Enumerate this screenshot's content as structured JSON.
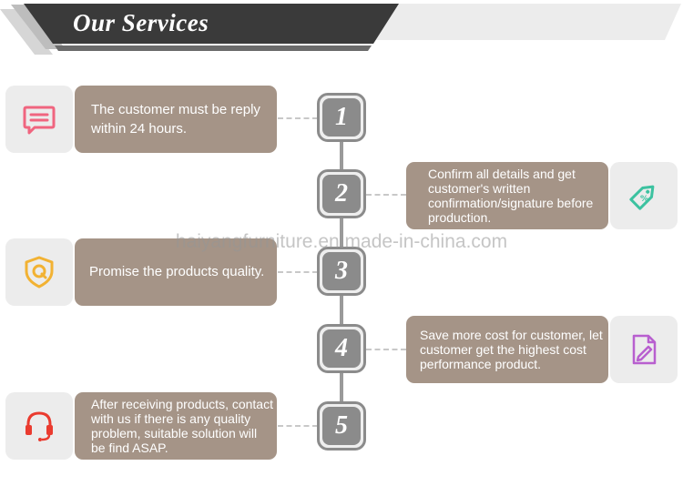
{
  "header": {
    "title": "Our Services"
  },
  "steps": [
    {
      "number": "1",
      "text": "The customer must be reply within 24 hours.",
      "icon": "chat-message-icon",
      "icon_color": "#f0657f"
    },
    {
      "number": "2",
      "text": "Confirm all details and get customer's written confirmation/signature before production.",
      "icon": "price-tag-icon",
      "icon_color": "#3cc2a0"
    },
    {
      "number": "3",
      "text": "Promise the products quality.",
      "icon": "quality-shield-icon",
      "icon_color": "#f2b233"
    },
    {
      "number": "4",
      "text": "Save more cost for customer, let customer get the highest cost performance product.",
      "icon": "document-edit-icon",
      "icon_color": "#b85fcf"
    },
    {
      "number": "5",
      "text": "After receiving products, contact with us if there is any quality problem, suitable solution will be find ASAP.",
      "icon": "headset-icon",
      "icon_color": "#ea3b2f"
    }
  ],
  "watermark": "haiyangfurniture.en.made-in-china.com",
  "colors": {
    "card": "#a59487",
    "number_badge": "#8b8b8b",
    "header_banner": "#3a3a3a"
  }
}
